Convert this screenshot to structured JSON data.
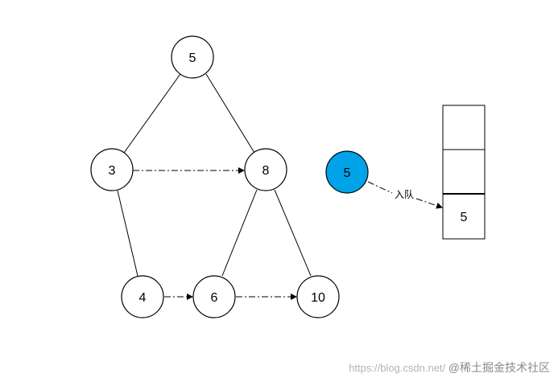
{
  "tree": {
    "nodes": [
      {
        "id": "n5",
        "label": "5"
      },
      {
        "id": "n3",
        "label": "3"
      },
      {
        "id": "n8",
        "label": "8"
      },
      {
        "id": "n4",
        "label": "4"
      },
      {
        "id": "n6",
        "label": "6"
      },
      {
        "id": "n10",
        "label": "10"
      }
    ],
    "edges": [
      [
        "n5",
        "n3"
      ],
      [
        "n5",
        "n8"
      ],
      [
        "n3",
        "n4"
      ],
      [
        "n8",
        "n6"
      ],
      [
        "n8",
        "n10"
      ]
    ],
    "level_links": [
      [
        "n3",
        "n8"
      ],
      [
        "n4",
        "n6"
      ],
      [
        "n6",
        "n10"
      ]
    ]
  },
  "current_node": {
    "label": "5",
    "color": "#00a2e8"
  },
  "enqueue": {
    "label": "入队"
  },
  "queue": {
    "cells": [
      "",
      "",
      "5"
    ]
  },
  "watermark": {
    "url": "https://blog.csdn.net/",
    "text": "@稀土掘金技术社区"
  }
}
